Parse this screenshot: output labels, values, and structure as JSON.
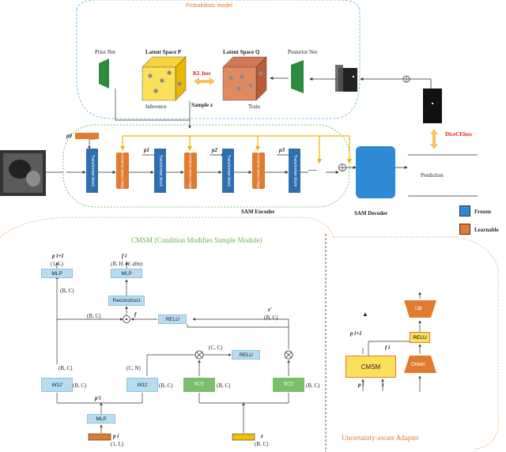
{
  "top": {
    "prob_model_title": "Probabilistic model",
    "prior_net": "Prior Net",
    "posterior_net": "Posterior Net",
    "latent_p": "Latent Space P",
    "latent_q": "Latent Space Q",
    "kl_loss": "KL loss",
    "inference": "Inference",
    "sample_z": "Sample z",
    "train": "Train"
  },
  "pipeline": {
    "p0": "p0",
    "p1": "p1",
    "p2": "p2",
    "p3": "p3",
    "transformer_block": "Transformer block",
    "adapter_block": "Uncertainty-aware Adapter",
    "dots": "......",
    "sam_encoder": "SAM Encoder",
    "sam_decoder": "SAM Decoder",
    "prediction": "Prediction",
    "dice_ce_loss": "DiceCEloss"
  },
  "legend": {
    "frozen": "Frozen",
    "learnable": "Learnable",
    "frozen_color": "#2f6fb0",
    "learnable_color": "#e07b2f"
  },
  "cmsm": {
    "title": "CMSM (Condition Modifies Sample Module)",
    "p_i1": "p i+1",
    "p_i1_dim": "(1, L)",
    "f_i": "f i",
    "f_dim": "(B, H, W, dim)",
    "mlp_top": "MLP",
    "mlp_top2": "MLP",
    "bc_1": "(B, C)",
    "reconstruct": "Reconstruct",
    "bc_2": "(B, C)",
    "f": "f",
    "relu_1": "RELU",
    "z_prime": "z'",
    "bc_3": "(B, C)",
    "cc": "(C, C)",
    "relu_2": "RELU",
    "bc_4": "(B, C)",
    "cn": "(C, N)",
    "w12": "W12",
    "w11": "W11",
    "w21": "W21",
    "w22": "W22",
    "bc_w12": "(B, C)",
    "bc_w11": "(B, C)",
    "bc_w21": "(B, C)",
    "bc_w22": "(B, C)",
    "p_prime": "p'i",
    "mlp_bottom": "MLP",
    "p_i": "p i",
    "p_i_dim": "(1, L)",
    "z": "z",
    "z_dim": "(B, C)"
  },
  "adapter": {
    "title": "Uncertainty-aware Adapter",
    "up": "Up",
    "relu": "RELU",
    "down": "Down",
    "cmsm": "CMSM",
    "p_i1": "p i+1",
    "f_i": "f i",
    "p_i": "p i",
    "z": "z"
  }
}
